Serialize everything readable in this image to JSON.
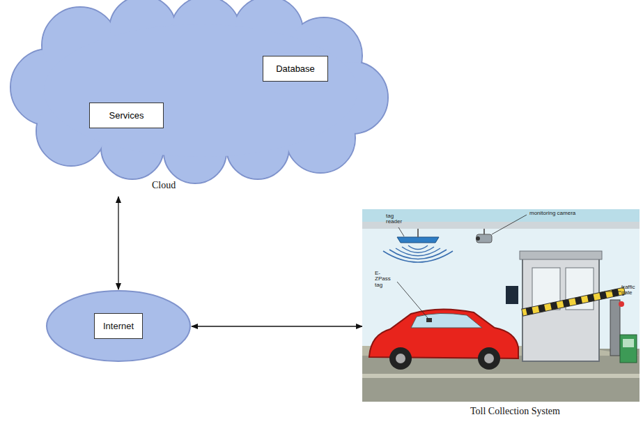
{
  "diagram": {
    "nodes": [
      {
        "text": [
          "Cloud"
        ]
      },
      {
        "text": [
          "Services"
        ],
        "in": 0
      },
      {
        "text": [
          "Database"
        ],
        "in": 0
      },
      {
        "text": [
          "Internet"
        ]
      },
      {
        "text": [
          "Toll Collection System"
        ]
      }
    ],
    "edges": [
      {
        "from": 0,
        "to": 3,
        "arrow": "both"
      },
      {
        "from": 3,
        "to": 4,
        "arrow": "both"
      }
    ],
    "labels": [
      "tag reader",
      "monitoring camera",
      "E-ZPass tag",
      "traffic gate"
    ]
  }
}
